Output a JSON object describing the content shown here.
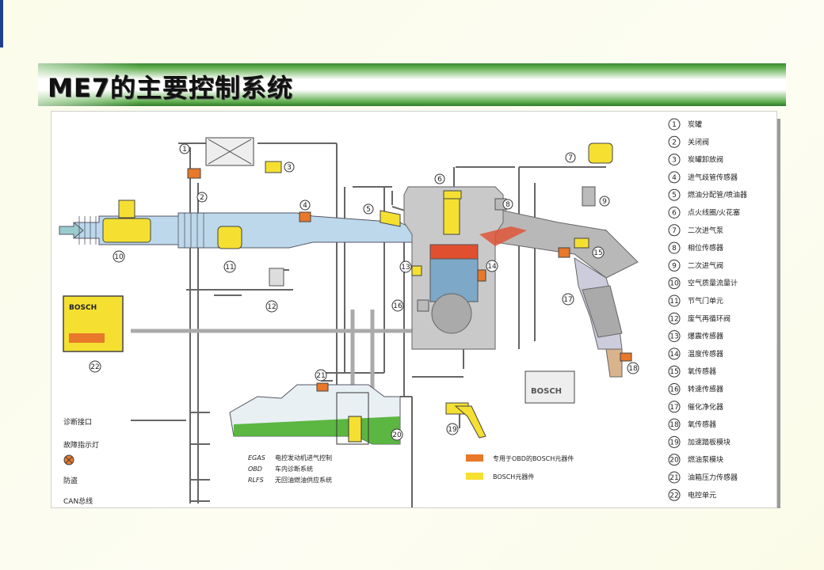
{
  "title": "ME7的主要控制系统",
  "legend": [
    {
      "num": "1",
      "label": "炭罐"
    },
    {
      "num": "2",
      "label": "关闭阀"
    },
    {
      "num": "3",
      "label": "炭罐卸放阀"
    },
    {
      "num": "4",
      "label": "进气歧管传感器"
    },
    {
      "num": "5",
      "label": "燃油分配管/喷油器"
    },
    {
      "num": "6",
      "label": "点火线圈/火花塞"
    },
    {
      "num": "7",
      "label": "二次进气泵"
    },
    {
      "num": "8",
      "label": "相位传感器"
    },
    {
      "num": "9",
      "label": "二次进气阀"
    },
    {
      "num": "10",
      "label": "空气质量流量计"
    },
    {
      "num": "11",
      "label": "节气门单元"
    },
    {
      "num": "12",
      "label": "废气再循环阀"
    },
    {
      "num": "13",
      "label": "爆震传感器"
    },
    {
      "num": "14",
      "label": "温度传感器"
    },
    {
      "num": "15",
      "label": "氧传感器"
    },
    {
      "num": "16",
      "label": "转速传感器"
    },
    {
      "num": "17",
      "label": "催化净化器"
    },
    {
      "num": "18",
      "label": "氧传感器"
    },
    {
      "num": "19",
      "label": "加速踏板模块"
    },
    {
      "num": "20",
      "label": "燃油泵模块"
    },
    {
      "num": "21",
      "label": "油箱压力传感器"
    },
    {
      "num": "22",
      "label": "电控单元"
    }
  ],
  "left_labels": {
    "diag": "诊断接口",
    "fault": "故障指示灯",
    "immo": "防盗",
    "can": "CAN总线"
  },
  "abbr": [
    {
      "key": "EGAS",
      "text": "电控发动机进气控制"
    },
    {
      "key": "OBD",
      "text": "车内诊断系统"
    },
    {
      "key": "RLFS",
      "text": "无回油燃油供应系统"
    }
  ],
  "key_legend": {
    "orange": "专用于OBD的BOSCH元器件",
    "yellow": "BOSCH元器件"
  },
  "brand": {
    "ecu": "BOSCH",
    "battery": "BOSCH"
  },
  "colors": {
    "title_green": "#3a8a32",
    "bosch_yellow": "#f5e032",
    "obd_orange": "#e8782a",
    "intake_blue": "#bcd8ea",
    "fuel_green": "#4caf2f"
  }
}
